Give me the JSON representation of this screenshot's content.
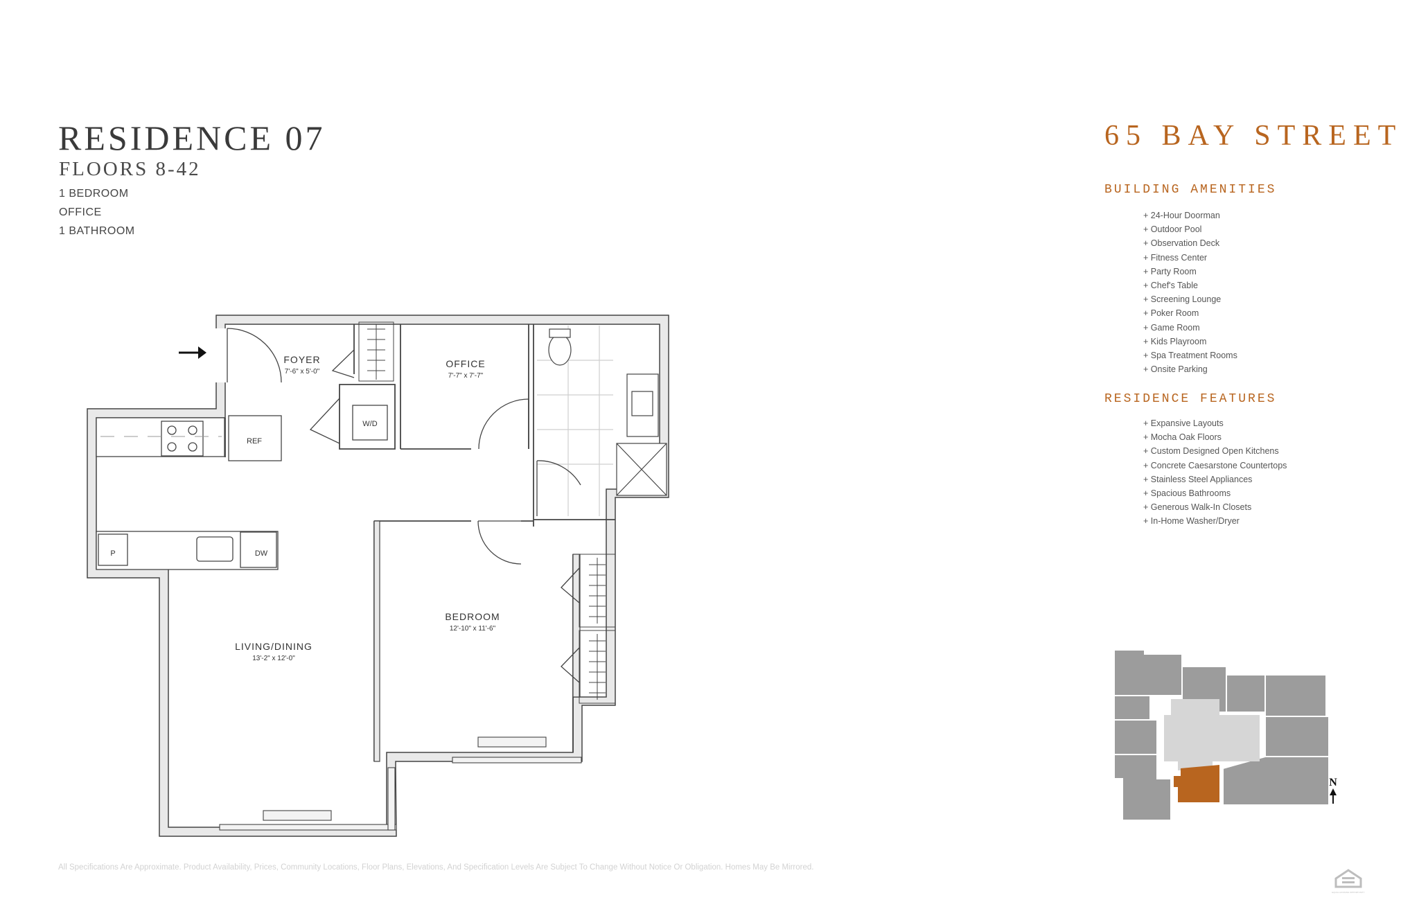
{
  "residence": {
    "title": "RESIDENCE 07",
    "floors": "FLOORS 8-42",
    "features": [
      "1 BEDROOM",
      "OFFICE",
      "1 BATHROOM"
    ]
  },
  "building": {
    "name": "65 BAY STREET",
    "amenities_heading": "BUILDING AMENITIES",
    "amenities": [
      "+ 24-Hour Doorman",
      "+ Outdoor Pool",
      "+ Observation Deck",
      "+ Fitness Center",
      "+ Party Room",
      "+ Chef's Table",
      "+ Screening Lounge",
      "+ Poker Room",
      "+ Game Room",
      "+ Kids Playroom",
      "+ Spa Treatment Rooms",
      "+ Onsite Parking"
    ],
    "features_heading": "RESIDENCE FEATURES",
    "features": [
      "+ Expansive Layouts",
      "+ Mocha Oak Floors",
      "+ Custom Designed Open Kitchens",
      "+ Concrete Caesarstone Countertops",
      "+ Stainless Steel Appliances",
      "+ Spacious Bathrooms",
      "+ Generous Walk-In Closets",
      "+ In-Home Washer/Dryer"
    ]
  },
  "floorplan": {
    "rooms": {
      "foyer": {
        "name": "FOYER",
        "dims": "7'-6\" x 5'-0\""
      },
      "office": {
        "name": "OFFICE",
        "dims": "7'-7\" x 7'-7\""
      },
      "bedroom": {
        "name": "BEDROOM",
        "dims": "12'-10\" x 11'-6\""
      },
      "living": {
        "name": "LIVING/DINING",
        "dims": "13'-2\" x 12'-0\""
      }
    },
    "fixtures": {
      "wd": "W/D",
      "ref": "REF",
      "pantry": "P",
      "dw": "DW"
    }
  },
  "keyplan": {
    "north_label": "N",
    "highlight_color": "#b8651f"
  },
  "footer": {
    "disclaimer": "All Specifications Are Approximate. Product Availability, Prices, Community Locations, Floor Plans, Elevations, And Specification Levels Are Subject To Change Without Notice Or Obligation. Homes May Be Mirrored.",
    "eho_text": "EQUAL HOUSING OPPORTUNITY"
  },
  "colors": {
    "accent": "#b8651f",
    "wall_fill": "#e9e9e9",
    "keyplan_gray": "#9c9c9c",
    "keyplan_core": "#d6d6d6"
  }
}
